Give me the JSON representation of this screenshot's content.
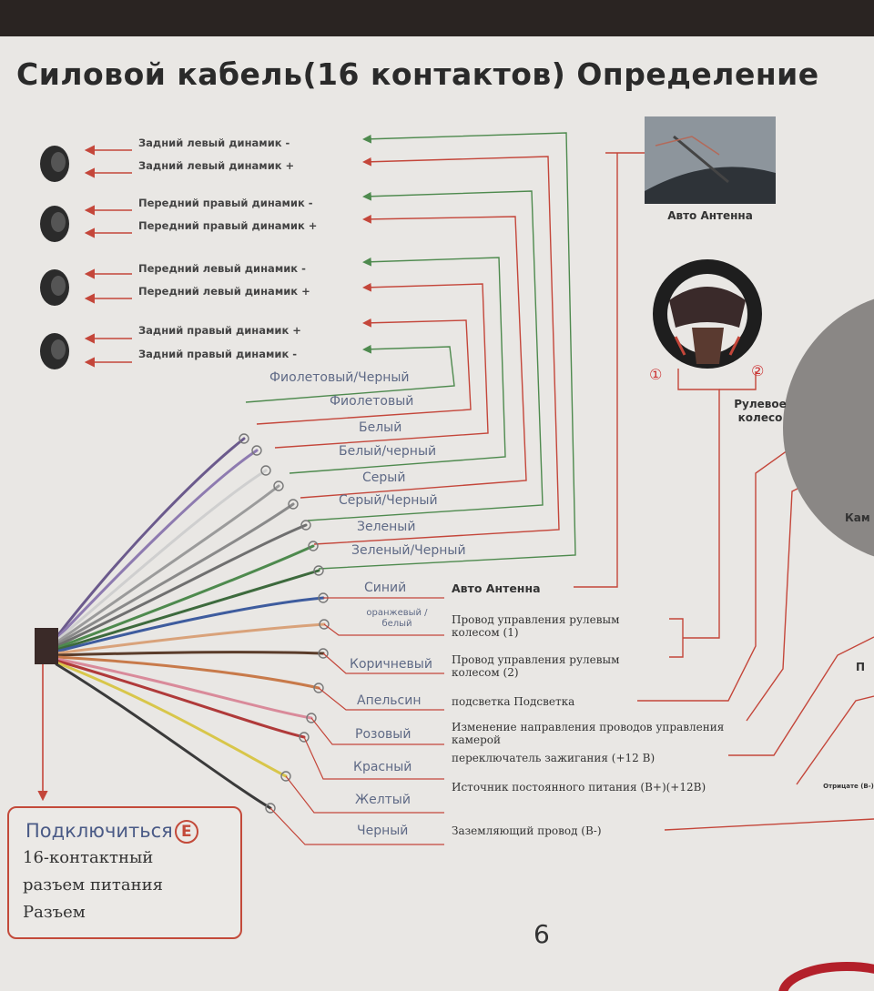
{
  "title": "Силовой кабель(16 контактов) Определение",
  "speakers": [
    {
      "minus": "Задний левый динамик -",
      "plus": "Задний левый динамик +"
    },
    {
      "minus": "Передний правый динамик -",
      "plus": "Передний правый динамик +"
    },
    {
      "minus": "Передний левый динамик -",
      "plus": "Передний левый динамик +"
    },
    {
      "minus": "Задний правый динамик -",
      "plus": "Задний правый динамик +"
    }
  ],
  "speaker_wires": [
    "Фиолетовый/Черный",
    "Фиолетовый",
    "Белый",
    "Белый/черный",
    "Серый",
    "Серый/Черный",
    "Зеленый",
    "Зеленый/Черный"
  ],
  "function_wires": [
    {
      "color": "Синий",
      "function": "Авто Антенна"
    },
    {
      "color": "оранжевый /белый",
      "function": "Провод управления рулевым колесом (1)"
    },
    {
      "color": "Коричневый",
      "function": "Провод управления рулевым колесом (2)"
    },
    {
      "color": "Апельсин",
      "function": "подсветка Подсветка"
    },
    {
      "color": "Розовый",
      "function": "Изменение направления проводов управления камерой"
    },
    {
      "color": "Красный",
      "function": "переключатель зажигания (+12 В)"
    },
    {
      "color": "Желтый",
      "function": "Источник постоянного питания (В+)(+12В)"
    },
    {
      "color": "Черный",
      "function": "Заземляющий провод (В-)"
    }
  ],
  "antenna_label": "Авто Антенна",
  "steering_label": "Рулевое колесо",
  "steering_marks": [
    "①",
    "②"
  ],
  "camera_label_partial": "Кам",
  "right_label_partial": "П",
  "negative_partial": "Отрицате (B-)",
  "connect_box": {
    "title": "Подключиться",
    "badge": "E",
    "lines": [
      "16-контактный",
      "разъем питания",
      "Разъем"
    ]
  },
  "page_number": "6",
  "colors": {
    "red": "#c4463a",
    "green": "#4e8a4e",
    "ink": "#2a2a2a",
    "wire_label": "#5f6a86"
  }
}
